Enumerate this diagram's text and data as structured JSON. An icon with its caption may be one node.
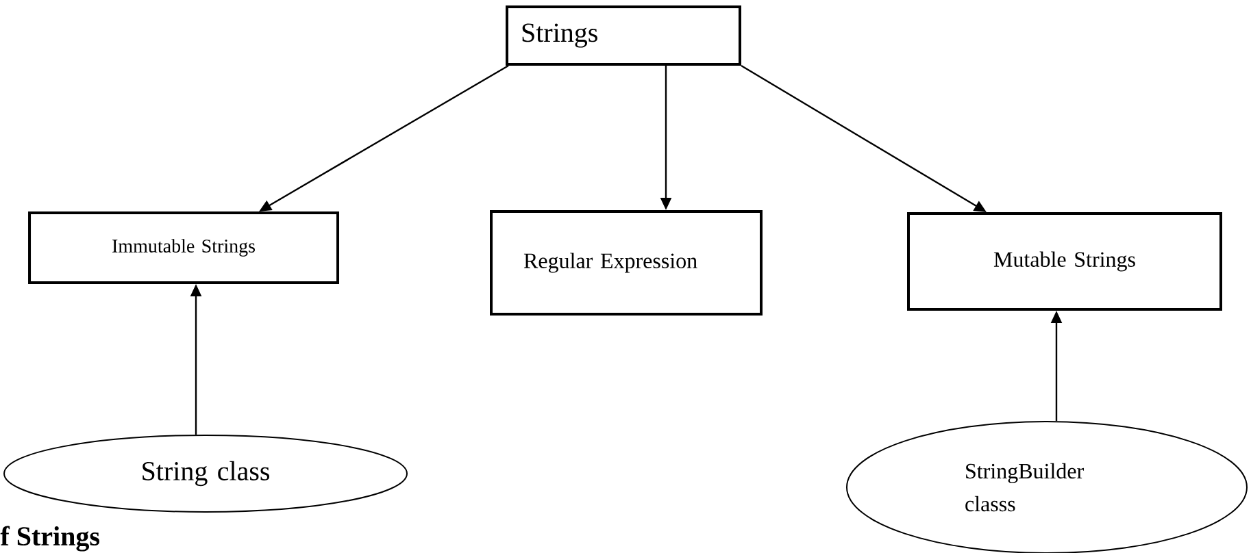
{
  "diagram": {
    "nodes": [
      {
        "text": [
          "Strings"
        ]
      },
      {
        "text": [
          "Immutable Strings"
        ]
      },
      {
        "text": [
          "Regular Expression"
        ]
      },
      {
        "text": [
          "Mutable Strings"
        ]
      },
      {
        "text": [
          "String class"
        ]
      },
      {
        "text": [
          "StringBuilder classs"
        ]
      }
    ],
    "edges": [
      {
        "from": 0,
        "to": 1,
        "arrow": "to"
      },
      {
        "from": 0,
        "to": 2,
        "arrow": "to"
      },
      {
        "from": 0,
        "to": 3,
        "arrow": "to"
      },
      {
        "from": 4,
        "to": 1,
        "arrow": "to"
      },
      {
        "from": 5,
        "to": 3,
        "arrow": "to"
      }
    ],
    "labels": [
      "f Strings"
    ]
  }
}
